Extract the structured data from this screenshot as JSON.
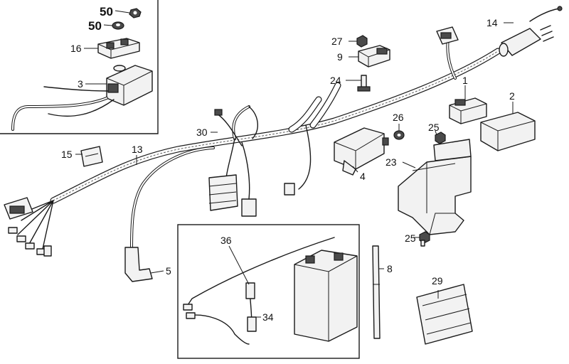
{
  "diagram": {
    "callouts": [
      {
        "id": "c50a",
        "text": "50"
      },
      {
        "id": "c50b",
        "text": "50"
      },
      {
        "id": "c16",
        "text": "16"
      },
      {
        "id": "c3",
        "text": "3"
      },
      {
        "id": "c27",
        "text": "27"
      },
      {
        "id": "c9",
        "text": "9"
      },
      {
        "id": "c24",
        "text": "24"
      },
      {
        "id": "c14",
        "text": "14"
      },
      {
        "id": "c1",
        "text": "1"
      },
      {
        "id": "c2",
        "text": "2"
      },
      {
        "id": "c26",
        "text": "26"
      },
      {
        "id": "c25a",
        "text": "25"
      },
      {
        "id": "c30",
        "text": "30"
      },
      {
        "id": "c15",
        "text": "15"
      },
      {
        "id": "c13",
        "text": "13"
      },
      {
        "id": "c4",
        "text": "4"
      },
      {
        "id": "c23",
        "text": "23"
      },
      {
        "id": "c25b",
        "text": "25"
      },
      {
        "id": "c36",
        "text": "36"
      },
      {
        "id": "c5",
        "text": "5"
      },
      {
        "id": "c8",
        "text": "8"
      },
      {
        "id": "c34",
        "text": "34"
      },
      {
        "id": "c29",
        "text": "29"
      }
    ]
  }
}
